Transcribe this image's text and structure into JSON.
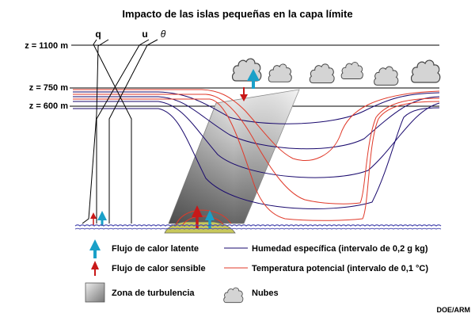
{
  "title": "Impacto de las islas pequeñas en la capa límite",
  "levels": [
    {
      "label": "z = 1100 m"
    },
    {
      "label": "z = 750 m"
    },
    {
      "label": "z = 600 m"
    }
  ],
  "profile_labels": {
    "q": "q",
    "u": "u",
    "theta": "θ"
  },
  "legend": {
    "latent": "Flujo de calor latente",
    "sensible": "Flujo de calor sensible",
    "humidity": "Humedad específica (intervalo de 0,2 g kg)",
    "potential_temp": "Temperatura potencial (intervalo de 0,1 °C)",
    "turbulence": "Zona de turbulencia",
    "clouds": "Nubes"
  },
  "credit": "DOE/ARM",
  "colors": {
    "humidity_line": "#1a0a6e",
    "temperature_line": "#e03a2a",
    "latent_arrow": "#1aa0c8",
    "sensible_arrow": "#c81818",
    "island": "#c8c85a",
    "ocean": "#4a4ab0"
  },
  "icons": {
    "cloud": "cloud-icon",
    "latent": "arrow-up-blue",
    "sensible": "arrow-up-red"
  }
}
